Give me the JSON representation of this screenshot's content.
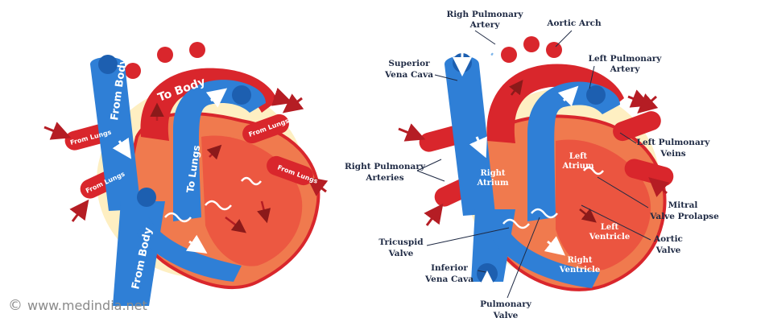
{
  "colors": {
    "blue": "#2f7fd6",
    "blue_dark": "#1d5fb0",
    "red": "#d9262c",
    "red_light": "#ea4a3c",
    "orange": "#f07a4e",
    "yellow": "#fde59a",
    "label": "#1f2a44"
  },
  "left_diagram": {
    "from_body_top": "From Body",
    "from_body_bottom": "From Body",
    "to_body": "To Body",
    "to_lungs": "To Lungs",
    "from_lungs_left_upper": "From Lungs",
    "from_lungs_left_lower": "From Lungs",
    "from_lungs_right_upper": "From Lungs",
    "from_lungs_right_lower": "From Lungs"
  },
  "right_diagram": {
    "labels": {
      "righ_pulmonary_artery_1": "Righ Pulmonary",
      "righ_pulmonary_artery_2": "Artery",
      "aortic_arch": "Aortic Arch",
      "superior_vena_cava_1": "Superior",
      "superior_vena_cava_2": "Vena Cava",
      "left_pulmonary_artery_1": "Left Pulmonary",
      "left_pulmonary_artery_2": "Artery",
      "left_pulmonary_veins_1": "Left Pulmonary",
      "left_pulmonary_veins_2": "Veins",
      "right_pulmonary_arteries_1": "Right Pulmonary",
      "right_pulmonary_arteries_2": "Arteries",
      "mitral_1": "Mitral",
      "mitral_2": "Valve Prolapse",
      "aortic_valve_1": "Aortic",
      "aortic_valve_2": "Valve",
      "tricuspid_1": "Tricuspid",
      "tricuspid_2": "Valve",
      "inferior_1": "Inferior",
      "inferior_2": "Vena Cava",
      "pulmonary_valve_1": "Pulmonary",
      "pulmonary_valve_2": "Valve"
    },
    "inner": {
      "right_atrium_1": "Right",
      "right_atrium_2": "Atrium",
      "left_atrium_1": "Left",
      "left_atrium_2": "Atrium",
      "left_ventricle_1": "Left",
      "left_ventricle_2": "Ventricle",
      "right_ventricle_1": "Right",
      "right_ventricle_2": "Ventricle"
    }
  },
  "watermark": {
    "symbol": "©",
    "text": "www.medindia.net"
  }
}
